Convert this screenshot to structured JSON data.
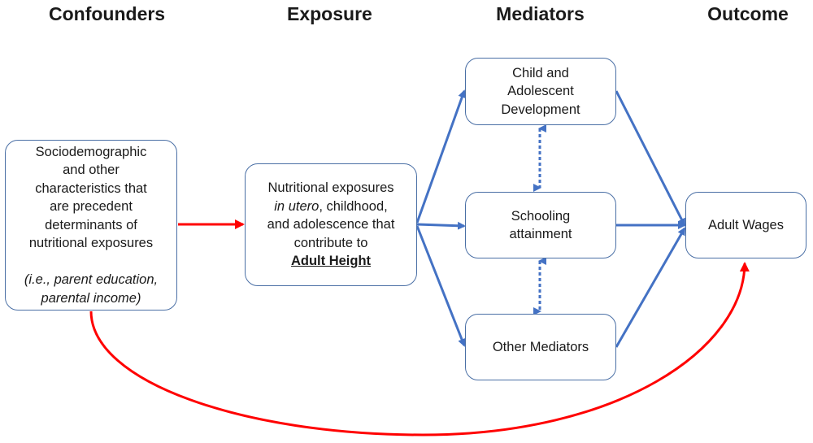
{
  "headers": {
    "confounders": "Confounders",
    "exposure": "Exposure",
    "mediators": "Mediators",
    "outcome": "Outcome"
  },
  "nodes": {
    "confounders": {
      "lines": [
        "Sociodemographic",
        "and other",
        "characteristics that",
        "are precedent",
        "determinants of",
        "nutritional exposures"
      ],
      "examples": [
        "(i.e., parent education,",
        "parental income)"
      ]
    },
    "exposure": {
      "line1": "Nutritional exposures",
      "line2_italic": "in utero",
      "line2_rest": ", childhood,",
      "line3": "and adolescence that",
      "line4": "contribute to",
      "line5": "Adult Height"
    },
    "child_dev": {
      "lines": [
        "Child and",
        "Adolescent",
        "Development"
      ]
    },
    "schooling": {
      "lines": [
        "Schooling",
        "attainment"
      ]
    },
    "other_mediators": {
      "label": "Other Mediators"
    },
    "outcome": {
      "label": "Adult Wages"
    }
  },
  "colors": {
    "mediator_arrows": "#4472c4",
    "confounder_arrows": "#ff0000",
    "box_border": "#4a6fa5"
  }
}
